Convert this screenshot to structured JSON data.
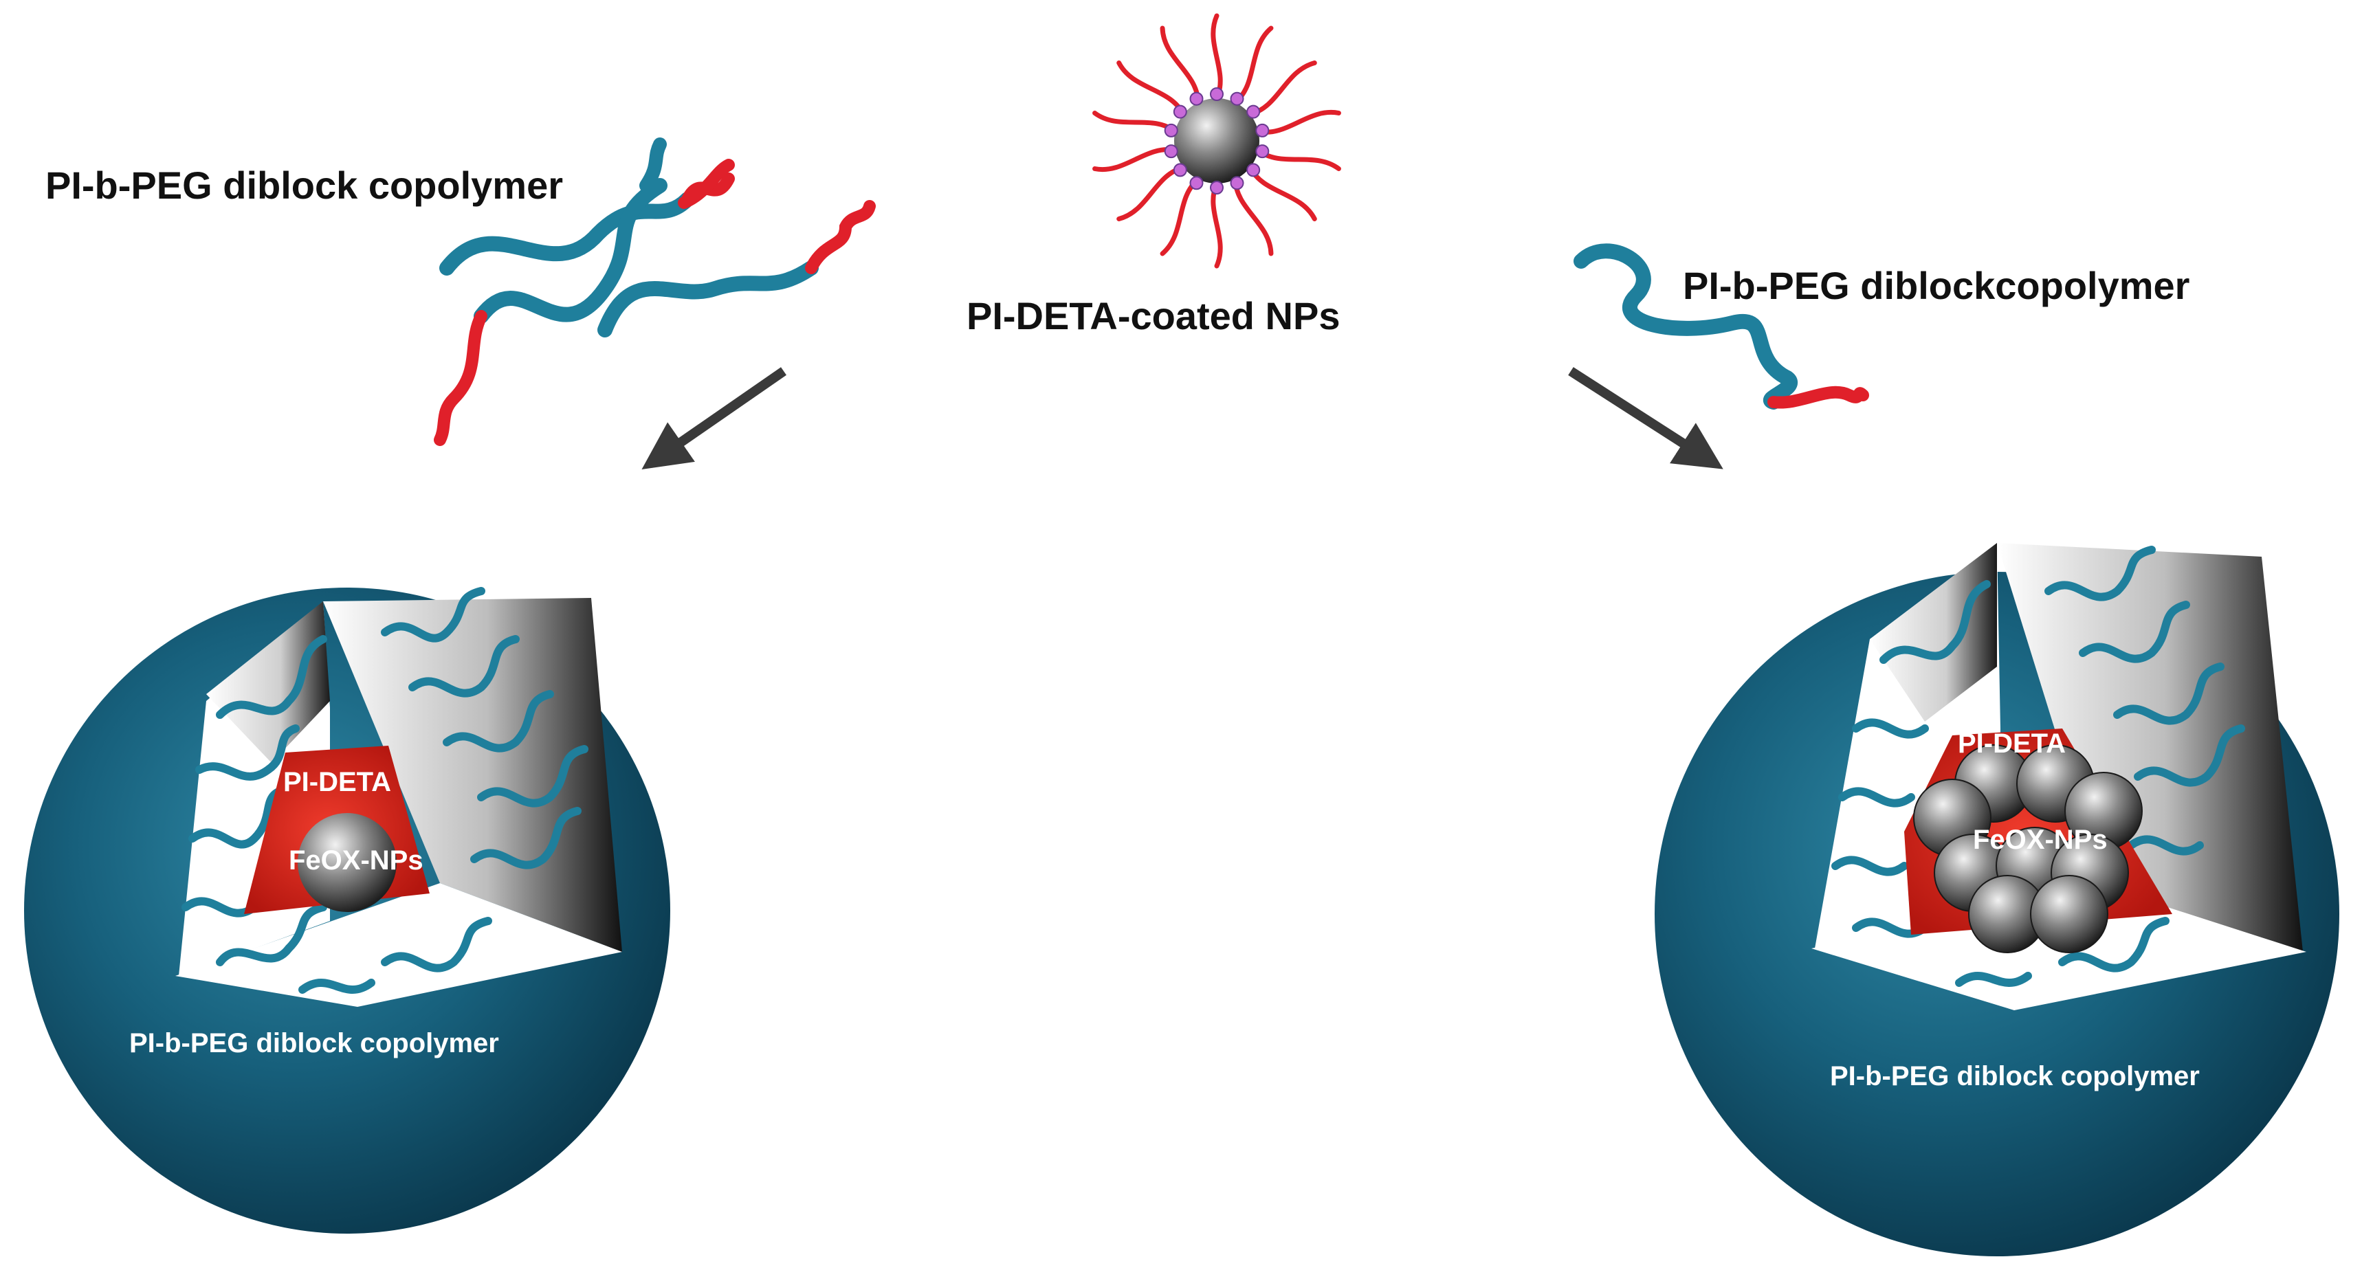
{
  "labels": {
    "left_copolymer": "PI-b-PEG diblock copolymer",
    "center_nps": "PI-DETA-coated NPs",
    "right_copolymer": "PI-b-PEG diblockcopolymer",
    "left_sphere_shell": "PI-b-PEG diblock copolymer",
    "left_sphere_layer": "PI-DETA",
    "left_sphere_core": "FeOX-NPs",
    "right_sphere_shell": "PI-b-PEG diblock copolymer",
    "right_sphere_layer": "PI-DETA",
    "right_sphere_core": "FeOX-NPs"
  },
  "colors": {
    "peg_block": "#1f7f9c",
    "pi_block": "#e0202a",
    "sphere_shell": "#15546e",
    "pi_deta_layer": "#d4261d",
    "nanoparticle": "#5a5a5a",
    "arrow": "#3a3a3a",
    "amine_dot": "#c86ad8"
  }
}
